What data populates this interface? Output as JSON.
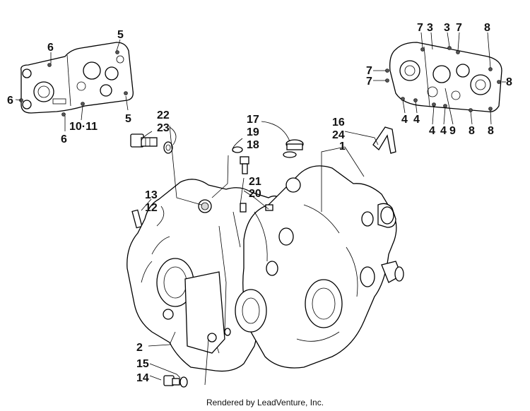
{
  "callouts": {
    "c5a": "5",
    "c6a": "6",
    "c6b": "6",
    "c6c": "6",
    "c10_11": "10·11",
    "c5b": "5",
    "c7a": "7",
    "c3a": "3",
    "c3b": "3",
    "c7b": "7",
    "c8a": "8",
    "c7c": "7",
    "c7d": "7",
    "c8b": "8",
    "c4a": "4",
    "c4b": "4",
    "c4c": "4",
    "c4d": "4",
    "c9": "9",
    "c8c": "8",
    "c8d": "8",
    "c22": "22",
    "c23": "23",
    "c17": "17",
    "c19": "19",
    "c18": "18",
    "c16": "16",
    "c24": "24",
    "c1": "1",
    "c21": "21",
    "c20": "20",
    "c13": "13",
    "c12": "12",
    "c2": "2",
    "c15": "15",
    "c14": "14"
  },
  "footer": "Rendered by LeadVenture, Inc."
}
